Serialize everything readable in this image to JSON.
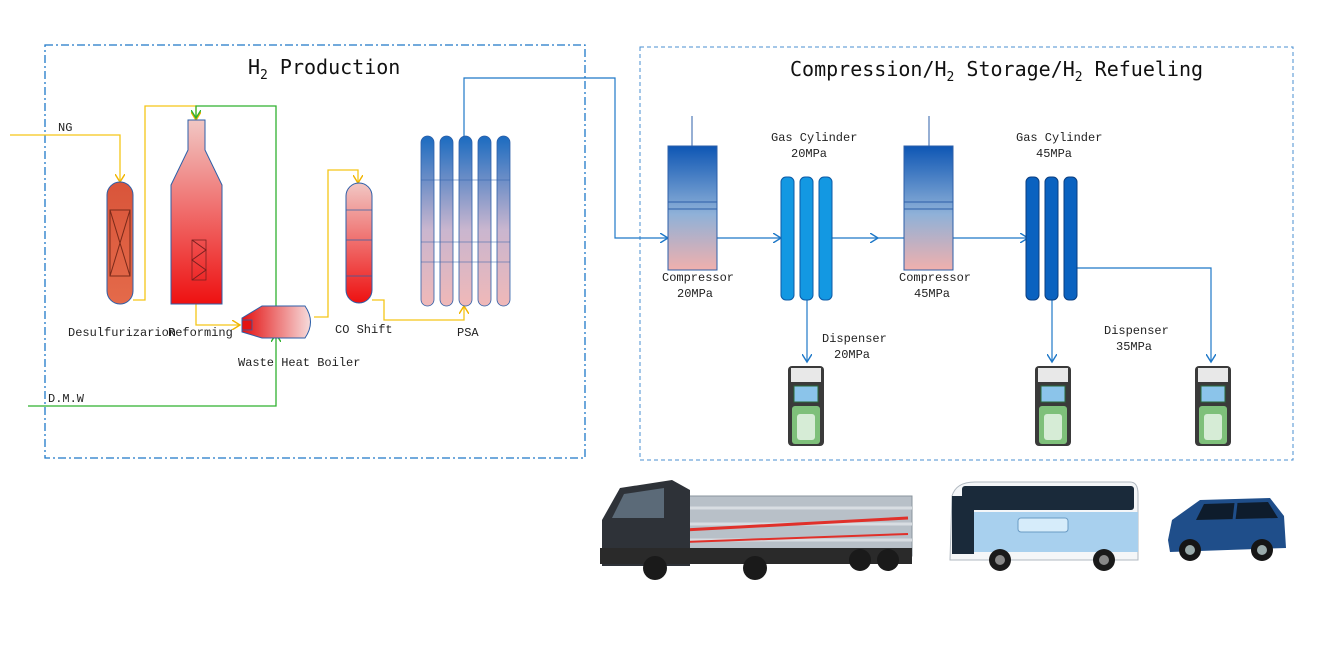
{
  "sections": {
    "production": {
      "title_main": "H",
      "title_sub": "2",
      "title_rest": " Production"
    },
    "refueling": {
      "title_a": "Compression/H",
      "title_b": "2",
      "title_c": " Storage/H",
      "title_d": "2",
      "title_e": " Refueling"
    }
  },
  "streams": {
    "ng": "NG",
    "dmw": "D.M.W"
  },
  "units": {
    "desulfurization": "Desulfurizarion",
    "reforming": "Reforming",
    "waste_heat_boiler": "Waste Heat Boiler",
    "co_shift": "CO Shift",
    "psa": "PSA"
  },
  "storage": {
    "compressor1": {
      "name": "Compressor",
      "pressure": "20MPa"
    },
    "cylinder1": {
      "name": "Gas Cylinder",
      "pressure": "20MPa"
    },
    "compressor2": {
      "name": "Compressor",
      "pressure": "45MPa"
    },
    "cylinder2": {
      "name": "Gas Cylinder",
      "pressure": "45MPa"
    },
    "dispenser1": {
      "name": "Dispenser",
      "pressure": "20MPa"
    },
    "dispenser2": {
      "name": "Dispenser",
      "pressure": "35MPa"
    }
  },
  "colors": {
    "hydrogen_line": "#1e78c8",
    "ng_line": "#f5c518",
    "water_line": "#33b833",
    "frame": "#1e78c8"
  }
}
